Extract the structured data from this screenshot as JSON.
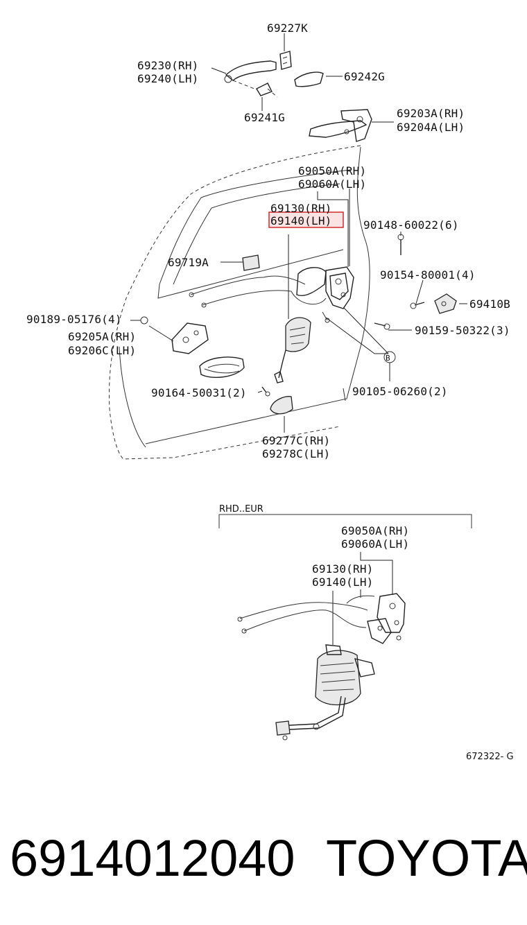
{
  "labels": {
    "l69227K": "69227K",
    "l69230RH": "69230(RH)",
    "l69240LH": "69240(LH)",
    "l69242G": "69242G",
    "l69241G": "69241G",
    "l69203A": "69203A(RH)",
    "l69204A": "69204A(LH)",
    "l69050A": "69050A(RH)",
    "l69060A": "69060A(LH)",
    "l69130": "69130(RH)",
    "l69140": "69140(LH)",
    "l90148": "90148-60022(6)",
    "l69719A": "69719A",
    "l90154": "90154-80001(4)",
    "l69410B": "69410B",
    "l90189": "90189-05176(4)",
    "l69205A": "69205A(RH)",
    "l69206C": "69206C(LH)",
    "l90159": "90159-50322(3)",
    "lB": "B",
    "l90164": "90164-50031(2)",
    "l90105": "90105-06260(2)",
    "l69277C": "69277C(RH)",
    "l69278C": "69278C(LH)"
  },
  "inset": {
    "title": "RHD..EUR",
    "l69050A": "69050A(RH)",
    "l69060A": "69060A(LH)",
    "l69130": "69130(RH)",
    "l69140": "69140(LH)"
  },
  "figure_code": "672322- G",
  "footer": {
    "part_number": "6914012040",
    "brand": "TOYOTA"
  },
  "highlight_color": "#d32a2a"
}
